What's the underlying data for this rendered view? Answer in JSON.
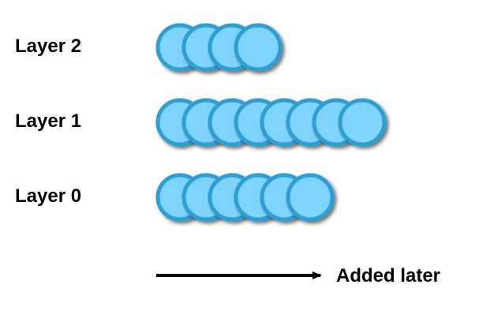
{
  "layers": [
    {
      "label": "Layer 2",
      "count": 4
    },
    {
      "label": "Layer 1",
      "count": 8
    },
    {
      "label": "Layer 0",
      "count": 6
    }
  ],
  "arrow": {
    "label": "Added later"
  },
  "colors": {
    "circle_fill": "#7fd4fb",
    "circle_stroke": "#2f9fd5",
    "shadow": "#000000",
    "arrow": "#000000",
    "text": "#000000"
  },
  "icons": {
    "item": "circle-item-icon",
    "arrow": "arrow-right-icon"
  }
}
